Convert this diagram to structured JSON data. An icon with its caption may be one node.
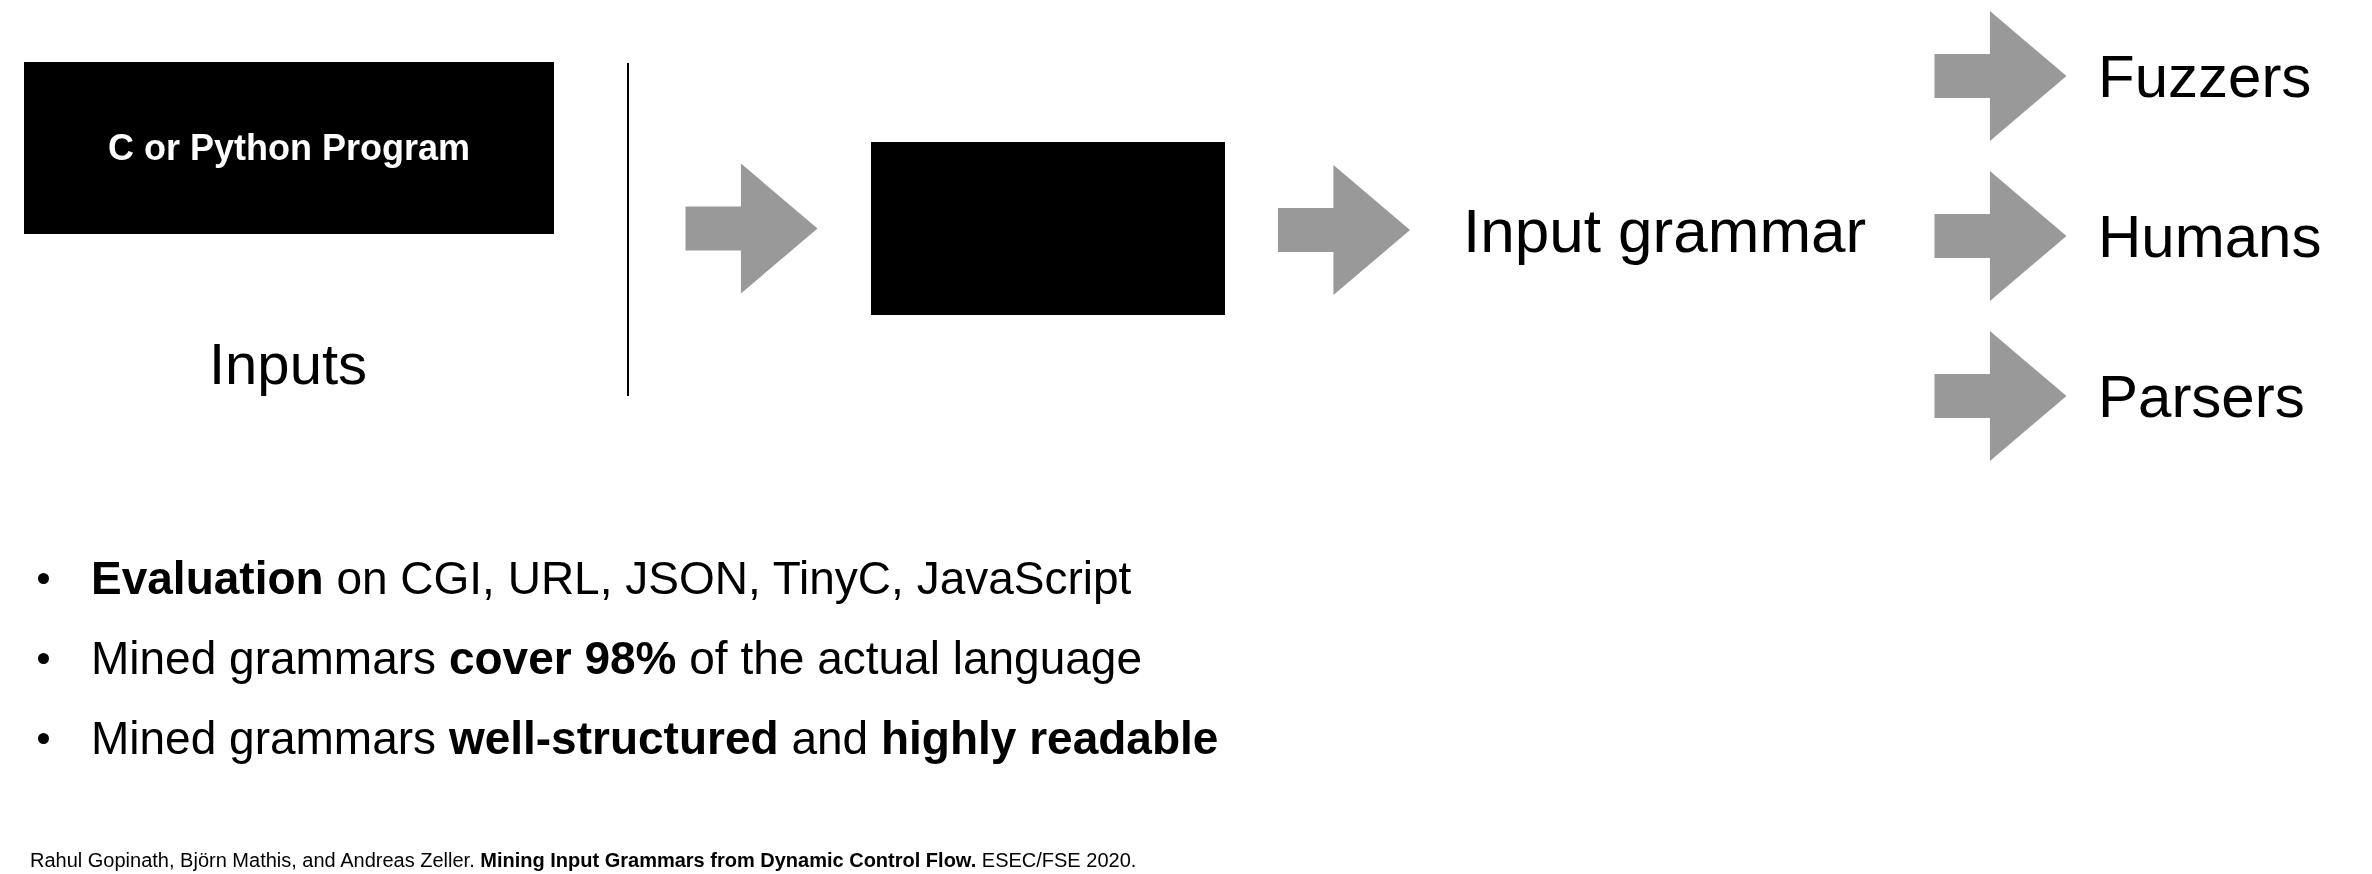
{
  "diagram": {
    "nodes": [
      {
        "text": [
          "C or Python Program"
        ]
      },
      {
        "text": [
          "Inputs"
        ]
      },
      {
        "text": [],
        "shape": "box"
      },
      {
        "text": [
          "Input grammar"
        ]
      },
      {
        "text": [
          "Fuzzers"
        ]
      },
      {
        "text": [
          "Humans"
        ]
      },
      {
        "text": [
          "Parsers"
        ]
      }
    ],
    "edges": [
      {
        "from": 0,
        "to": 2,
        "arrow": "to"
      },
      {
        "from": 2,
        "to": 3,
        "arrow": "to"
      },
      {
        "from": 3,
        "to": 4,
        "arrow": "to"
      },
      {
        "from": 3,
        "to": 5,
        "arrow": "to"
      },
      {
        "from": 3,
        "to": 6,
        "arrow": "to"
      }
    ],
    "labels": [
      "**Evaluation** on CGI, URL, JSON, TinyC, JavaScript",
      "Mined grammars **cover 98%** of the actual language",
      "Mined grammars **well-structured** and **highly readable**",
      "Rahul Gopinath, Björn Mathis, and Andreas Zeller. **Mining Input Grammars from Dynamic Control Flow.** ESEC/FSE 2020."
    ]
  }
}
